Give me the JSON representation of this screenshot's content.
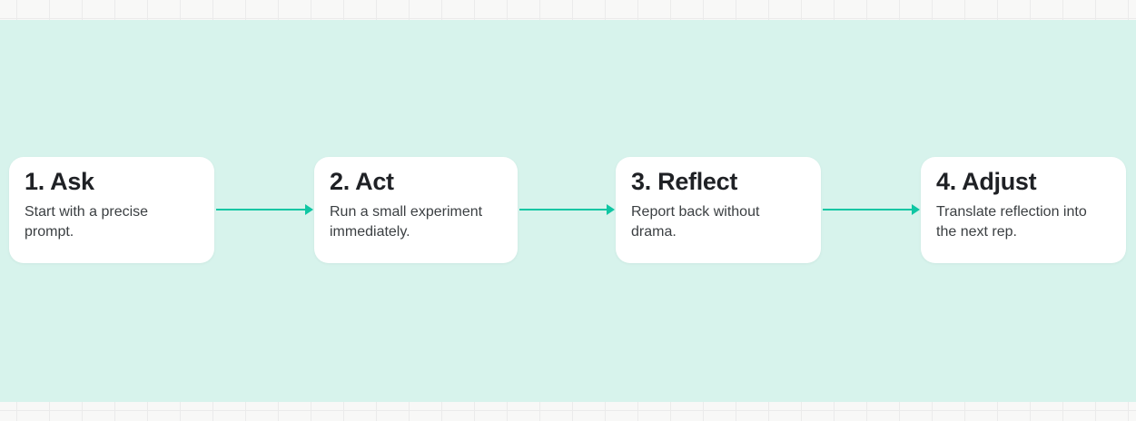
{
  "theme": {
    "canvas_background": "#f8f8f7",
    "grid_line_color": "#ebebeb",
    "panel_color": "#d7f3ec",
    "card_color": "#ffffff",
    "title_color": "#1f2125",
    "body_color": "#3b3f42",
    "arrow_color": "#0fc6a3"
  },
  "diagram": {
    "type": "horizontal-process-flow",
    "steps": [
      {
        "title": "1. Ask",
        "description": "Start with a precise prompt."
      },
      {
        "title": "2. Act",
        "description": "Run a small experiment immediately."
      },
      {
        "title": "3. Reflect",
        "description": "Report back without drama."
      },
      {
        "title": "4. Adjust",
        "description": "Translate reflection into the next rep."
      }
    ]
  }
}
